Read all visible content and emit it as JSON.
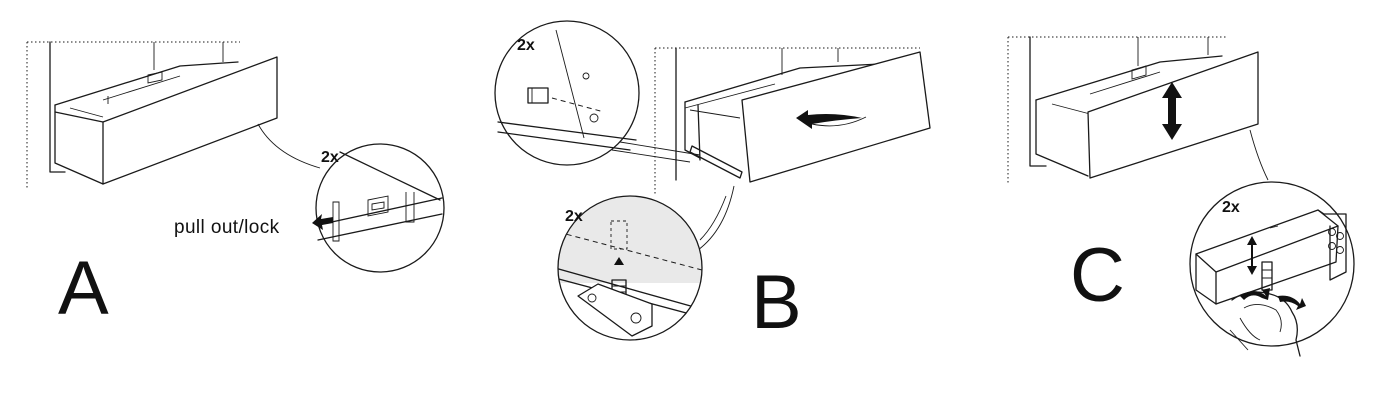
{
  "steps": [
    {
      "letter": "A",
      "count": "2x",
      "action_label": "pull out/lock"
    },
    {
      "letter": "B",
      "count_top": "2x",
      "count_bottom": "2x"
    },
    {
      "letter": "C",
      "count": "2x"
    }
  ],
  "icons": [
    "arrow-left-icon",
    "curved-arrow-icon",
    "double-vertical-arrow-icon",
    "up-arrow-icon",
    "rotate-arrows-icon"
  ]
}
